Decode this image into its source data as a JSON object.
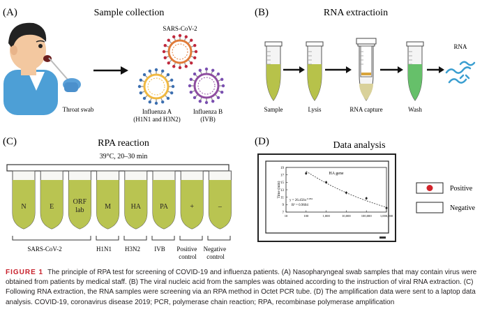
{
  "panelA": {
    "letter": "(A)",
    "title": "Sample collection",
    "throat_swab": "Throat swab",
    "sars_label": "SARS-CoV-2",
    "flu_a_line1": "Influenza A",
    "flu_a_line2": "(H1N1 and H3N2)",
    "flu_b_line1": "Influenza B",
    "flu_b_line2": "(IVB)"
  },
  "panelB": {
    "letter": "(B)",
    "title": "RNA extractioin",
    "steps": [
      "Sample",
      "Lysis",
      "RNA capture",
      "Wash"
    ],
    "rna_label": "RNA"
  },
  "panelC": {
    "letter": "(C)",
    "title": "RPA reaction",
    "subtitle": "39°C, 20–30 min",
    "tubes": [
      "N",
      "E",
      "ORF lab",
      "M",
      "HA",
      "PA",
      "+",
      "–"
    ],
    "groups": [
      "SARS-CoV-2",
      "H1N1",
      "H3N2",
      "IVB",
      "Positive control",
      "Negative control"
    ]
  },
  "panelD": {
    "letter": "(D)",
    "title": "Data analysis",
    "legend_positive": "Positive",
    "legend_negative": "Negative",
    "positive_color": "#d2232a"
  },
  "chart_data": {
    "type": "scatter",
    "title": "HA gene",
    "xlabel": "",
    "ylabel": "Time (min)",
    "x_scale": "log",
    "xlim": [
      10,
      1000000
    ],
    "ylim": [
      7,
      19
    ],
    "x_ticks": [
      "10",
      "100",
      "1,000",
      "10,000",
      "100,000",
      "1,000,000"
    ],
    "y_ticks": [
      "7",
      "9",
      "11",
      "13",
      "15",
      "17",
      "19"
    ],
    "x": [
      100,
      1000,
      10000,
      100000,
      1000000
    ],
    "y": [
      17.4,
      15.0,
      12.2,
      10.7,
      8.1
    ],
    "equation": "y = 26.456x",
    "equation_exp": "-0.084",
    "r2": "R² = 0.9604",
    "grid": false
  },
  "caption": {
    "label": "FIGURE 1",
    "text": "The principle of RPA test for screening of COVID-19 and influenza patients. (A) Nasopharyngeal swab samples that may contain virus were obtained from patients by medical staff. (B) The viral nucleic acid from the samples was obtained according to the instruction of viral RNA extraction. (C) Following RNA extraction, the RNA samples were screening via an RPA method in Octet PCR tube. (D) The amplification data were sent to a laptop data analysis. COVID-19, coronavirus disease 2019; PCR, polymerase chain reaction; RPA, recombinase polymerase amplification"
  }
}
